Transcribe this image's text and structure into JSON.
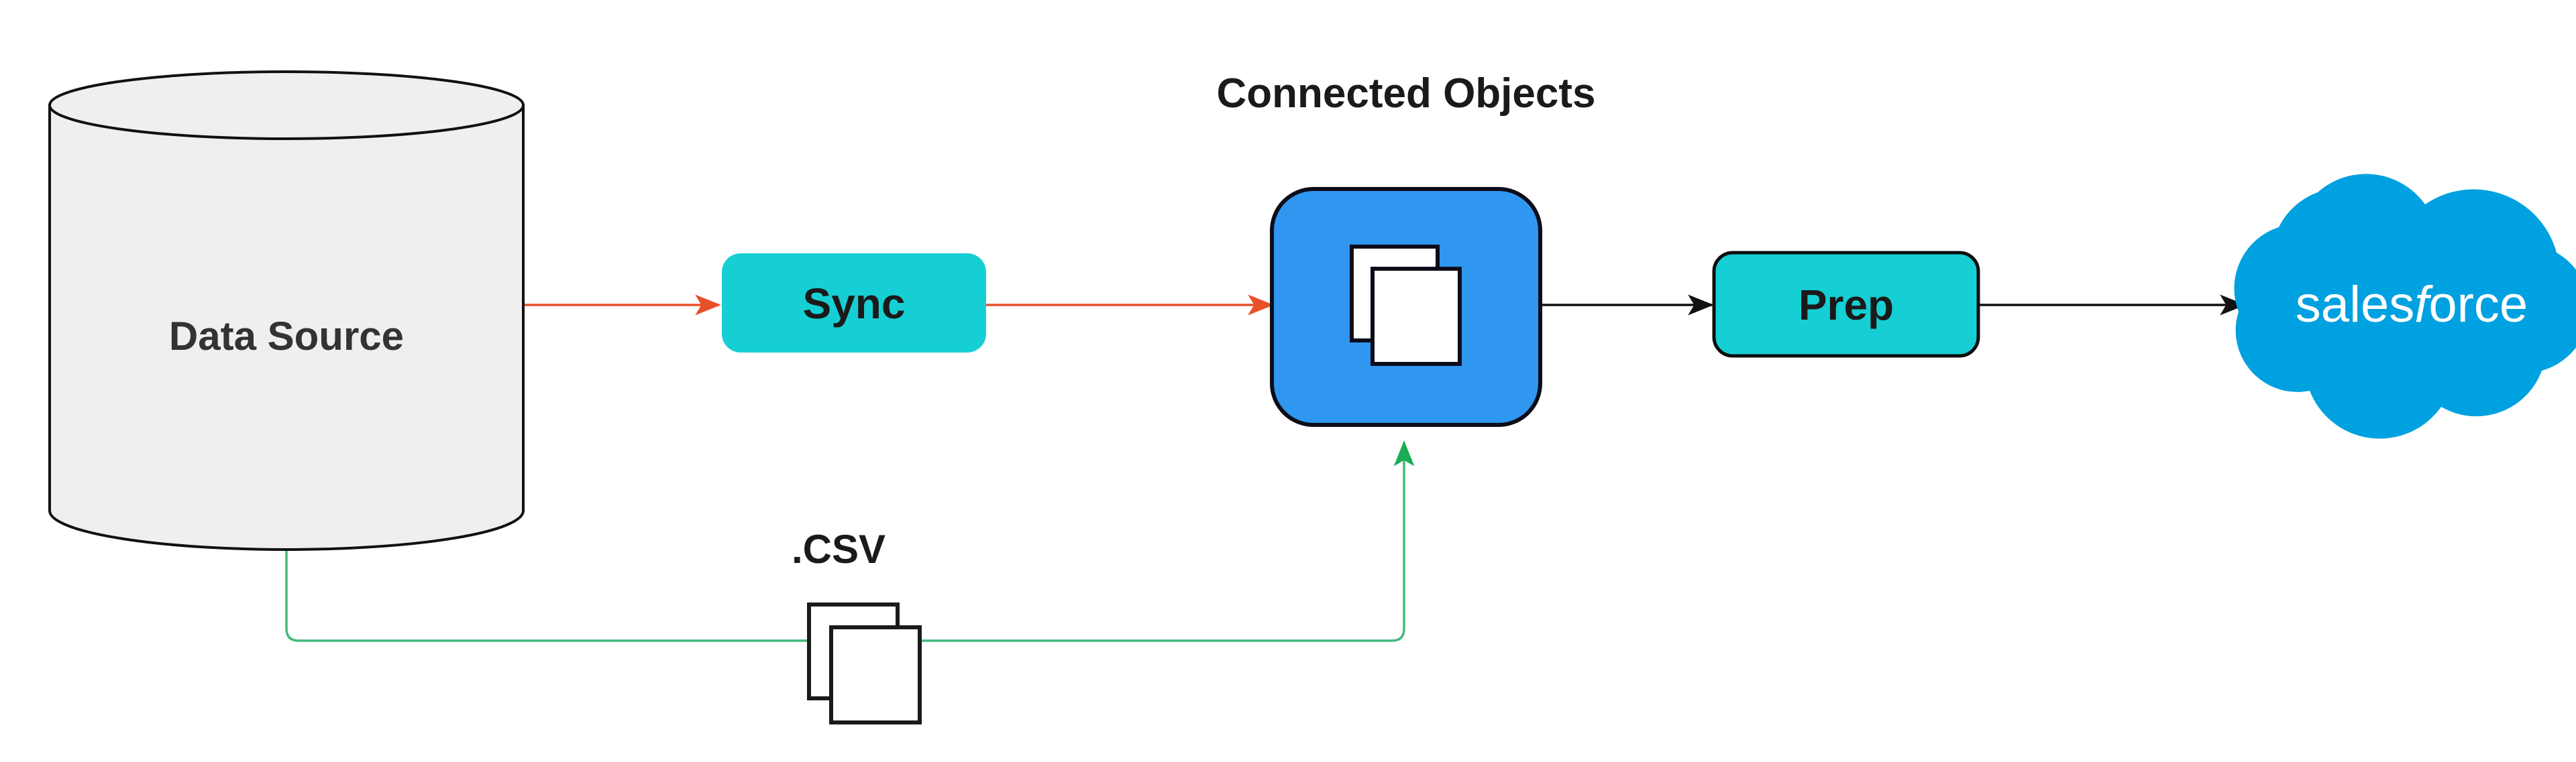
{
  "diagram": {
    "title": "Connected Objects",
    "background_color": "#ffffff",
    "nodes": {
      "data_source": {
        "label": "Data Source",
        "shape": "cylinder",
        "fill": "#efefef",
        "stroke": "#000000",
        "text_color": "#333333"
      },
      "sync": {
        "label": "Sync",
        "shape": "rounded-rect",
        "fill": "#16cfd4",
        "stroke": "none",
        "text_color": "#1a1a1a"
      },
      "connected_objects": {
        "label": "Connected Objects",
        "shape": "rounded-square",
        "fill": "#2f97ef",
        "stroke": "#0d0d1a",
        "icon": "documents-icon",
        "icon_fill": "#ffffff"
      },
      "prep": {
        "label": "Prep",
        "shape": "rounded-rect",
        "fill": "#16cfd4",
        "stroke": "#000000",
        "text_color": "#1a1a1a"
      },
      "salesforce": {
        "label": "salesforce",
        "label_part_1": "sales",
        "label_part_2": "f",
        "label_part_3": "orce",
        "shape": "cloud",
        "fill": "#00a1e0",
        "text_color": "#ffffff"
      },
      "csv": {
        "label": ".CSV",
        "shape": "documents-icon",
        "fill": "#ffffff",
        "stroke": "#1a1a1a",
        "text_color": "#1a1a1a"
      }
    },
    "edges": [
      {
        "id": "data-source-to-sync",
        "from": "data_source",
        "to": "sync",
        "color": "#e8502a",
        "style": "solid",
        "arrowhead": "triangle"
      },
      {
        "id": "sync-to-connected-objects",
        "from": "sync",
        "to": "connected_objects",
        "color": "#e8502a",
        "style": "solid",
        "arrowhead": "triangle"
      },
      {
        "id": "connected-objects-to-prep",
        "from": "connected_objects",
        "to": "prep",
        "color": "#111111",
        "style": "solid",
        "arrowhead": "triangle"
      },
      {
        "id": "prep-to-salesforce",
        "from": "prep",
        "to": "salesforce",
        "color": "#111111",
        "style": "solid",
        "arrowhead": "triangle"
      },
      {
        "id": "data-source-to-connected-objects-csv",
        "from": "data_source",
        "to": "connected_objects",
        "color": "#46b97d",
        "style": "solid-orthogonal",
        "arrowhead": "triangle",
        "label": ".CSV"
      }
    ]
  }
}
